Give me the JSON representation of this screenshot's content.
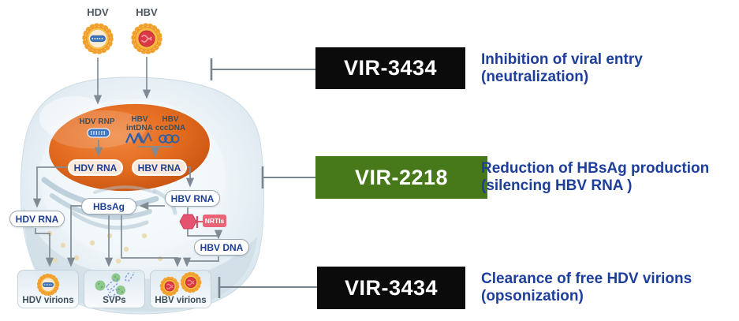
{
  "diagram": {
    "viruses": {
      "hdv": "HDV",
      "hbv": "HBV"
    },
    "nucleus": {
      "hdv_rnp": "HDV RNP",
      "hbv_intdna": [
        "HBV",
        "intDNA"
      ],
      "hbv_cccdna": [
        "HBV",
        "cccDNA"
      ],
      "hdv_rna": "HDV RNA",
      "hbv_rna": "HBV RNA"
    },
    "cytoplasm": {
      "hdv_rna": "HDV RNA",
      "hbsag": "HBsAg",
      "hbv_rna": "HBV RNA",
      "nrtis": "NRTIs",
      "hbv_dna": "HBV DNA"
    },
    "secreted_boxes": [
      {
        "label": "HDV virions"
      },
      {
        "label": "SVPs"
      },
      {
        "label": "HBV virions"
      }
    ],
    "annotations": [
      {
        "drug": "VIR-3434",
        "line1": "Inhibition of viral entry",
        "line2": "(neutralization)"
      },
      {
        "drug": "VIR-2218",
        "line1": "Reduction of HBsAg production",
        "line2": "(silencing HBV RNA )"
      },
      {
        "drug": "VIR-3434",
        "line1": "Clearance of free HDV virions",
        "line2": "(opsonization)"
      }
    ]
  },
  "colors": {
    "black_drug_box": "#0b0b0b",
    "green_drug_box": "#47791a",
    "annotation_text": "#1d3e9b",
    "pill_text": "#1c3e95",
    "nucleus_orange": "#e0661f",
    "cell_blue_gray": "#d9e5ec",
    "nrtis_pink": "#e4536f",
    "connector_gray": "#828d97",
    "virus_spike_orange": "#f2a12d",
    "hdv_core_blue": "#3d74bd",
    "hbv_core_red": "#d93a46",
    "svp_green": "#8fc88d"
  }
}
